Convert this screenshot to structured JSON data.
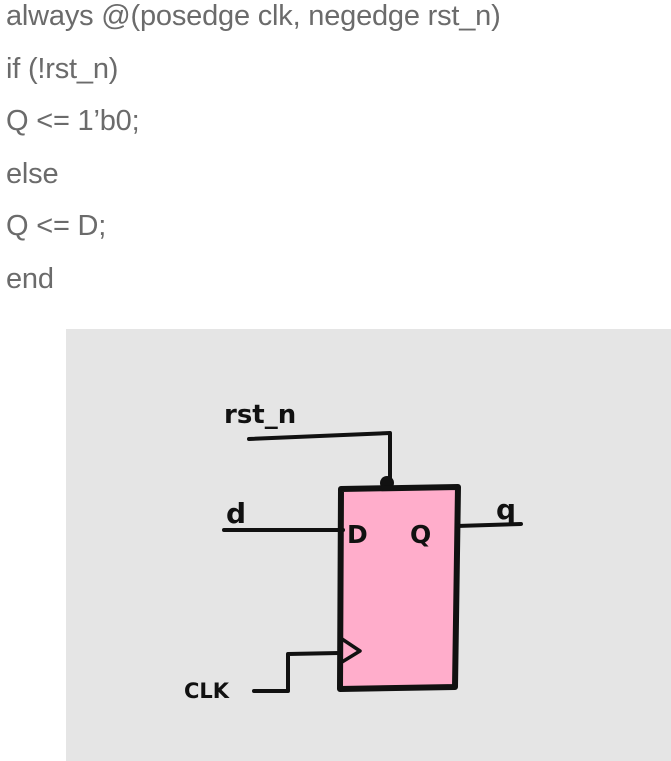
{
  "code": {
    "lines": [
      "always @(posedge clk, negedge rst_n)",
      "if (!rst_n)",
      "Q <= 1’b0;",
      "else",
      "Q <= D;",
      "end"
    ]
  },
  "diagram": {
    "reset_label": "rst_n",
    "d_label": "d",
    "q_label": "q",
    "clk_label": "CLK",
    "pin_d": "D",
    "pin_q": "Q",
    "colors": {
      "block_fill": "#ffadcb",
      "ink": "#111111",
      "background": "#e5e5e5",
      "code_text": "#6b6b6b"
    }
  }
}
